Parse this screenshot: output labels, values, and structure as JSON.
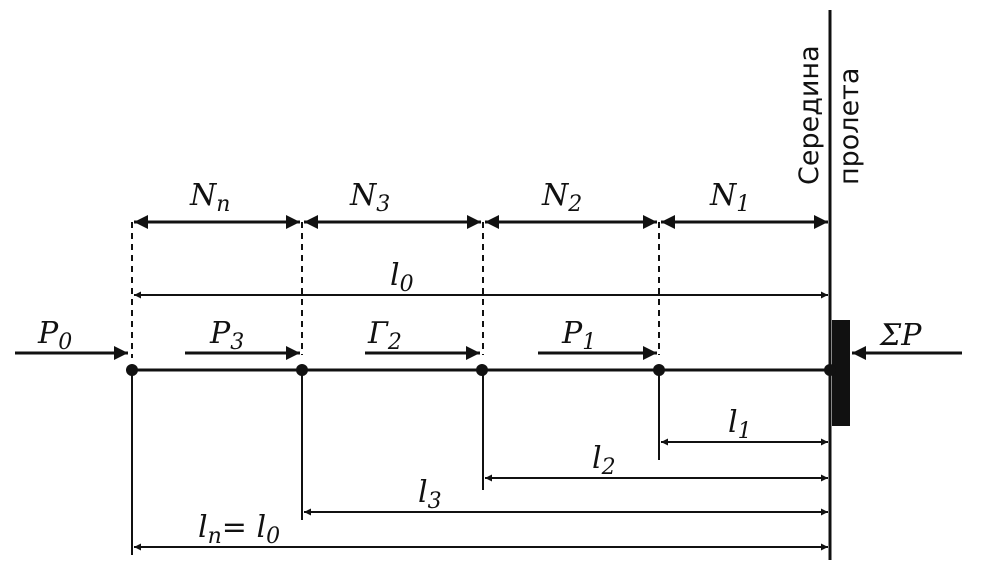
{
  "diagram": {
    "segments": [
      {
        "name": "N",
        "sub": "n"
      },
      {
        "name": "N",
        "sub": "3"
      },
      {
        "name": "N",
        "sub": "2"
      },
      {
        "name": "N",
        "sub": "1"
      }
    ],
    "midspan_label_line1": "Середина",
    "midspan_label_line2": "пролета",
    "l0_label": {
      "name": "l",
      "sub": "0"
    },
    "forces": [
      {
        "name": "P",
        "sub": "0"
      },
      {
        "name": "P",
        "sub": "3"
      },
      {
        "name": "Г",
        "sub": "2"
      },
      {
        "name": "P",
        "sub": "1"
      }
    ],
    "sum_force": "ΣP",
    "dims": [
      {
        "name": "l",
        "sub": "1"
      },
      {
        "name": "l",
        "sub": "2"
      },
      {
        "name": "l",
        "sub": "3"
      }
    ],
    "ln_label": {
      "name": "l",
      "sub": "n",
      "eq": "= ",
      "name2": "l",
      "sub2": "0"
    }
  }
}
